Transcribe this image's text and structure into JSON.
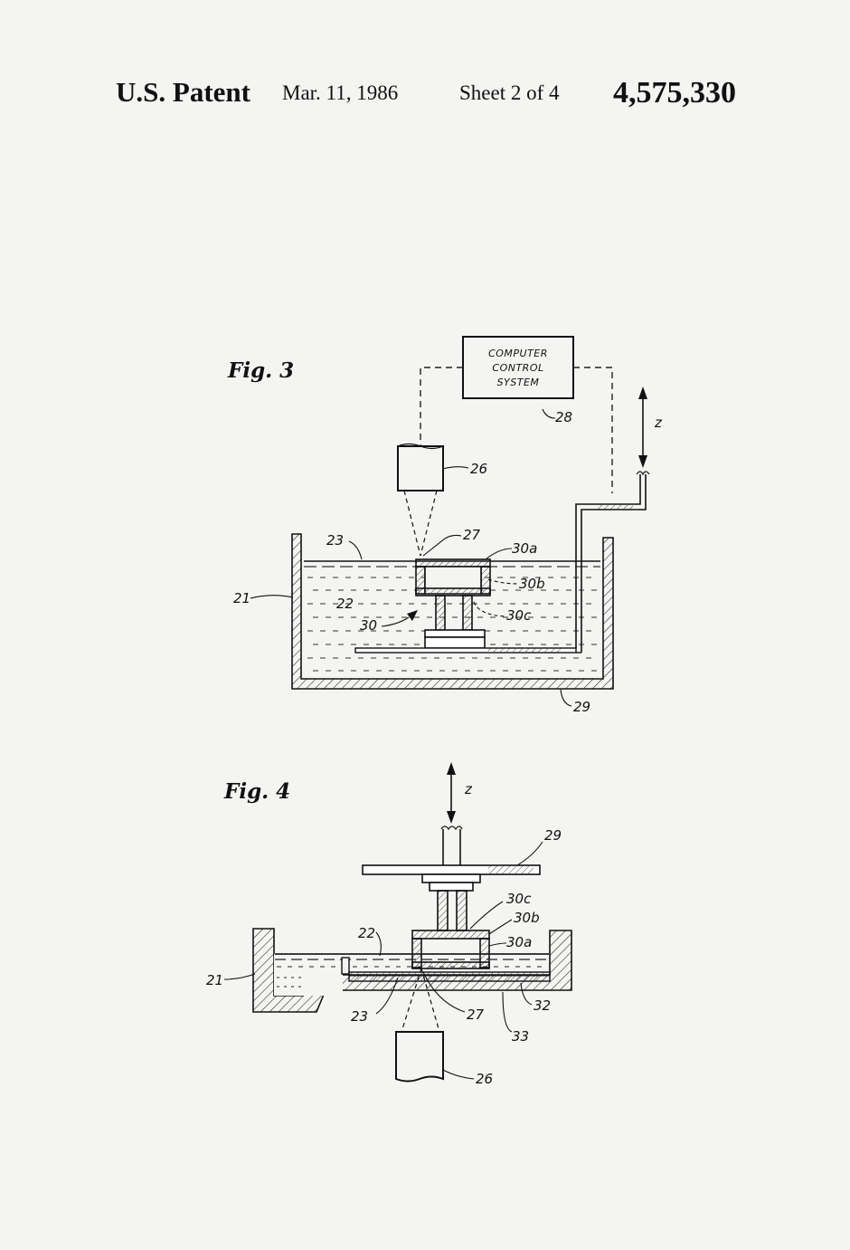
{
  "header": {
    "patent": "U.S. Patent",
    "date": "Mar. 11, 1986",
    "sheet": "Sheet 2 of 4",
    "number": "4,575,330"
  },
  "fig3": {
    "title": "Fig. 3",
    "box": [
      "COMPUTER",
      "CONTROL",
      "SYSTEM"
    ],
    "labels": {
      "n28": "28",
      "n26": "26",
      "n27": "27",
      "n23": "23",
      "n30a": "30a",
      "n30b": "30b",
      "n21": "21",
      "n22": "22",
      "n30": "30",
      "n30c": "30c",
      "n29": "29",
      "z": "z"
    }
  },
  "fig4": {
    "title": "Fig. 4",
    "labels": {
      "z": "z",
      "n29": "29",
      "n30c": "30c",
      "n30b": "30b",
      "n22": "22",
      "n30a": "30a",
      "n21": "21",
      "n23": "23",
      "n27": "27",
      "n32": "32",
      "n33": "33",
      "n26": "26"
    }
  }
}
